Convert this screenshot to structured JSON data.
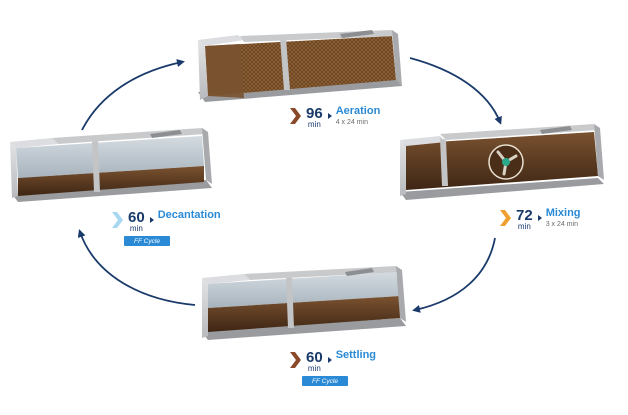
{
  "phases": [
    {
      "id": "aeration",
      "time": "96",
      "unit": "min",
      "name": "Aeration",
      "sub": "4 x 24 min",
      "chevron_color": "#8a4a2a"
    },
    {
      "id": "mixing",
      "time": "72",
      "unit": "min",
      "name": "Mixing",
      "sub": "3 x 24 min",
      "chevron_color": "#f0a030"
    },
    {
      "id": "settling",
      "time": "60",
      "unit": "min",
      "name": "Settling",
      "sub": "",
      "badge": "FF Cycle",
      "chevron_color": "#8a4a2a"
    },
    {
      "id": "decantation",
      "time": "60",
      "unit": "min",
      "name": "Decantation",
      "sub": "",
      "badge": "FF Cycle",
      "chevron_color": "#a8d8f0"
    }
  ],
  "colors": {
    "arrow": "#1a3a6b",
    "accent": "#2a8ad6",
    "concrete": "#c8c9cb",
    "sludge": "#5a3a1e",
    "water": "#b9c4ce"
  }
}
